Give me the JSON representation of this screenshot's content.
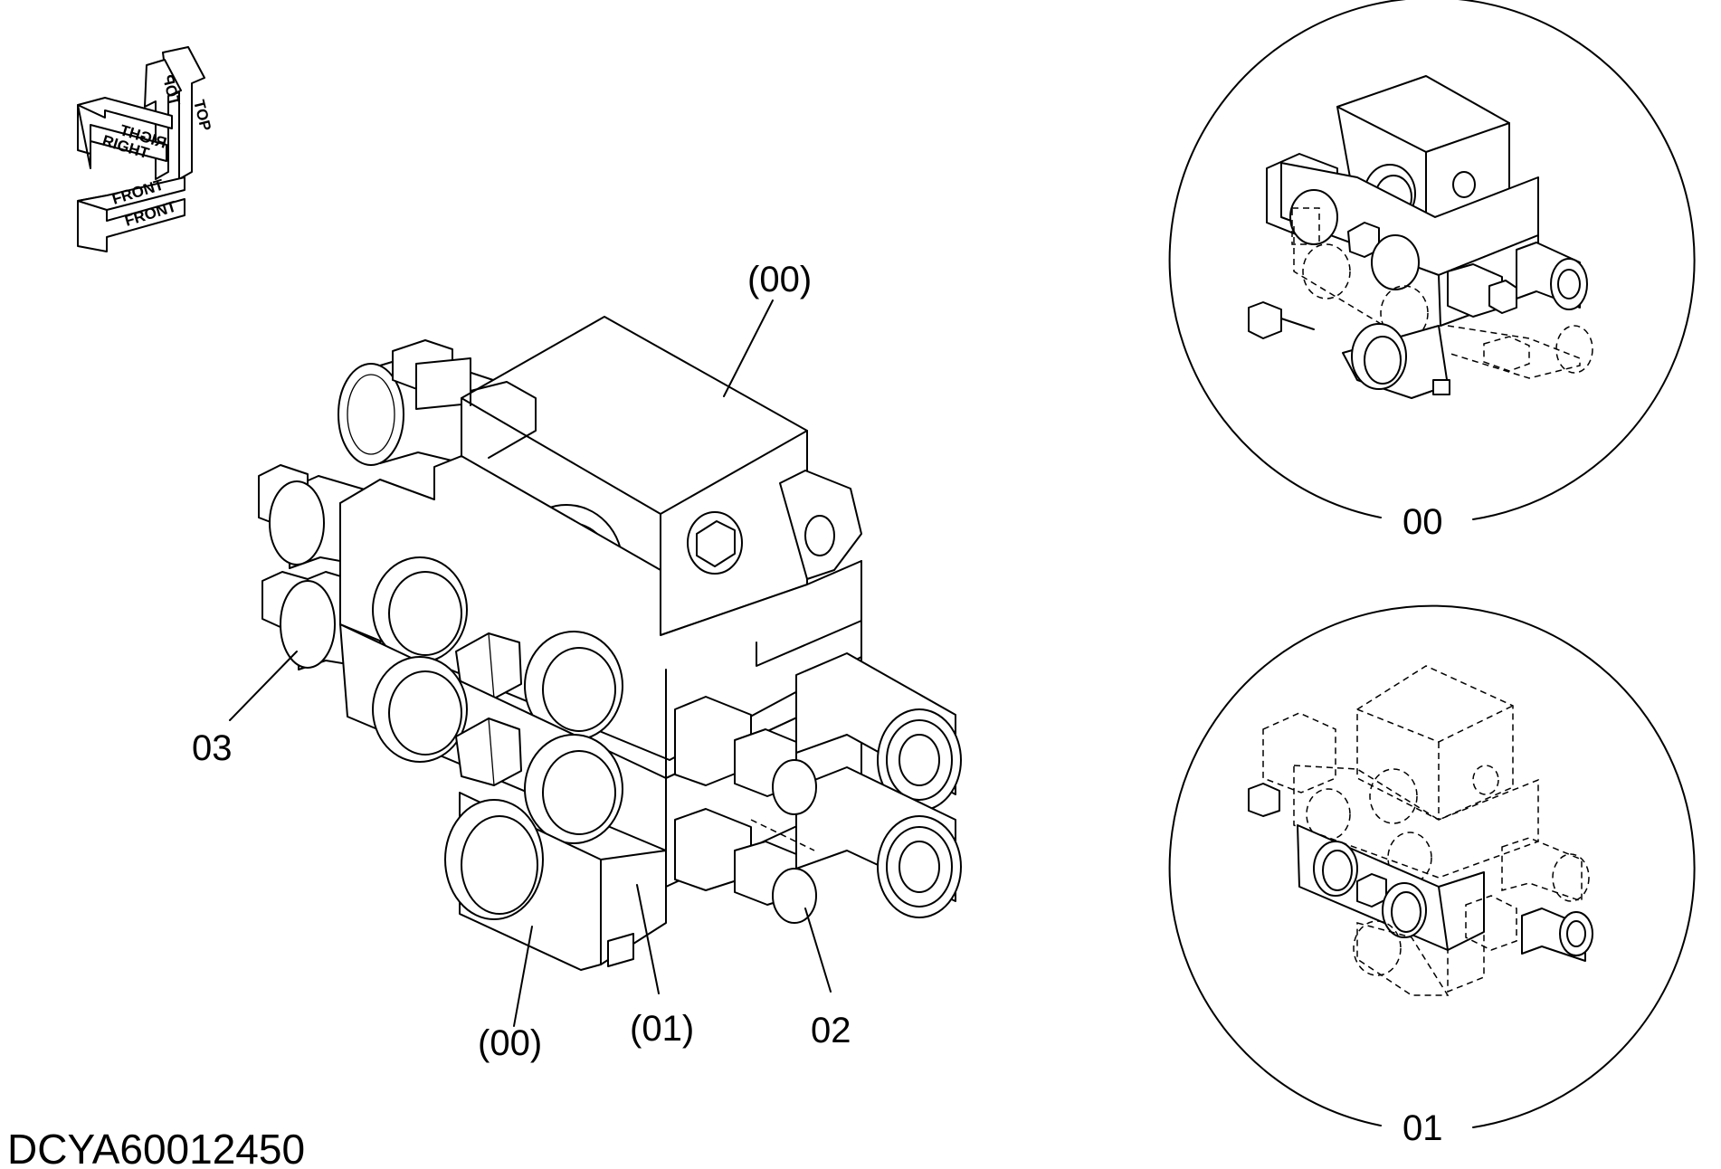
{
  "diagram_id": "DCYA60012450",
  "orientation": {
    "top": "TOP",
    "right": "RIGHT",
    "front": "FRONT"
  },
  "callouts": {
    "top_block": "(00)",
    "side_fitting": "03",
    "bottom_port": "(00)",
    "middle_section": "(01)",
    "lower_fitting": "02"
  },
  "details": {
    "detail_00": "00",
    "detail_01": "01"
  }
}
